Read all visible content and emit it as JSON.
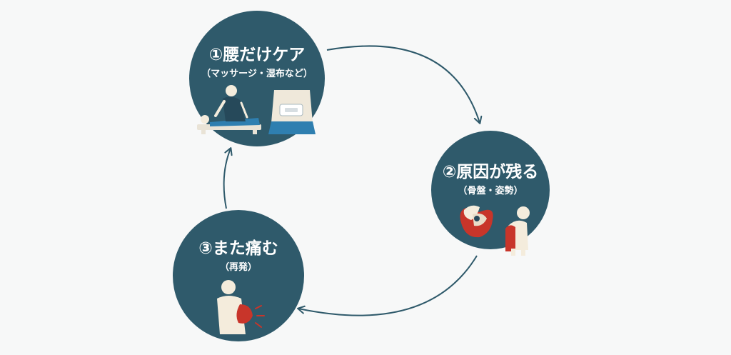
{
  "diagram": {
    "colors": {
      "background": "#f7f8f8",
      "circle": "#2f5a6b",
      "arrow": "#2f5a6b",
      "accent_blue": "#2f7fb0",
      "accent_red": "#c8352a"
    },
    "nodes": [
      {
        "title": "①腰だけケア",
        "subtitle": "（マッサージ・湿布など）",
        "icons": [
          "massage-icon",
          "waist-compress-icon"
        ]
      },
      {
        "title": "②原因が残る",
        "subtitle": "（骨盤・姿勢）",
        "icons": [
          "pelvis-icon",
          "bent-posture-icon"
        ]
      },
      {
        "title": "③また痛む",
        "subtitle": "（再発）",
        "icons": [
          "back-pain-icon"
        ]
      }
    ],
    "arrows": [
      {
        "from": "①腰だけケア",
        "to": "②原因が残る"
      },
      {
        "from": "②原因が残る",
        "to": "③また痛む"
      },
      {
        "from": "③また痛む",
        "to": "①腰だけケア"
      }
    ]
  }
}
